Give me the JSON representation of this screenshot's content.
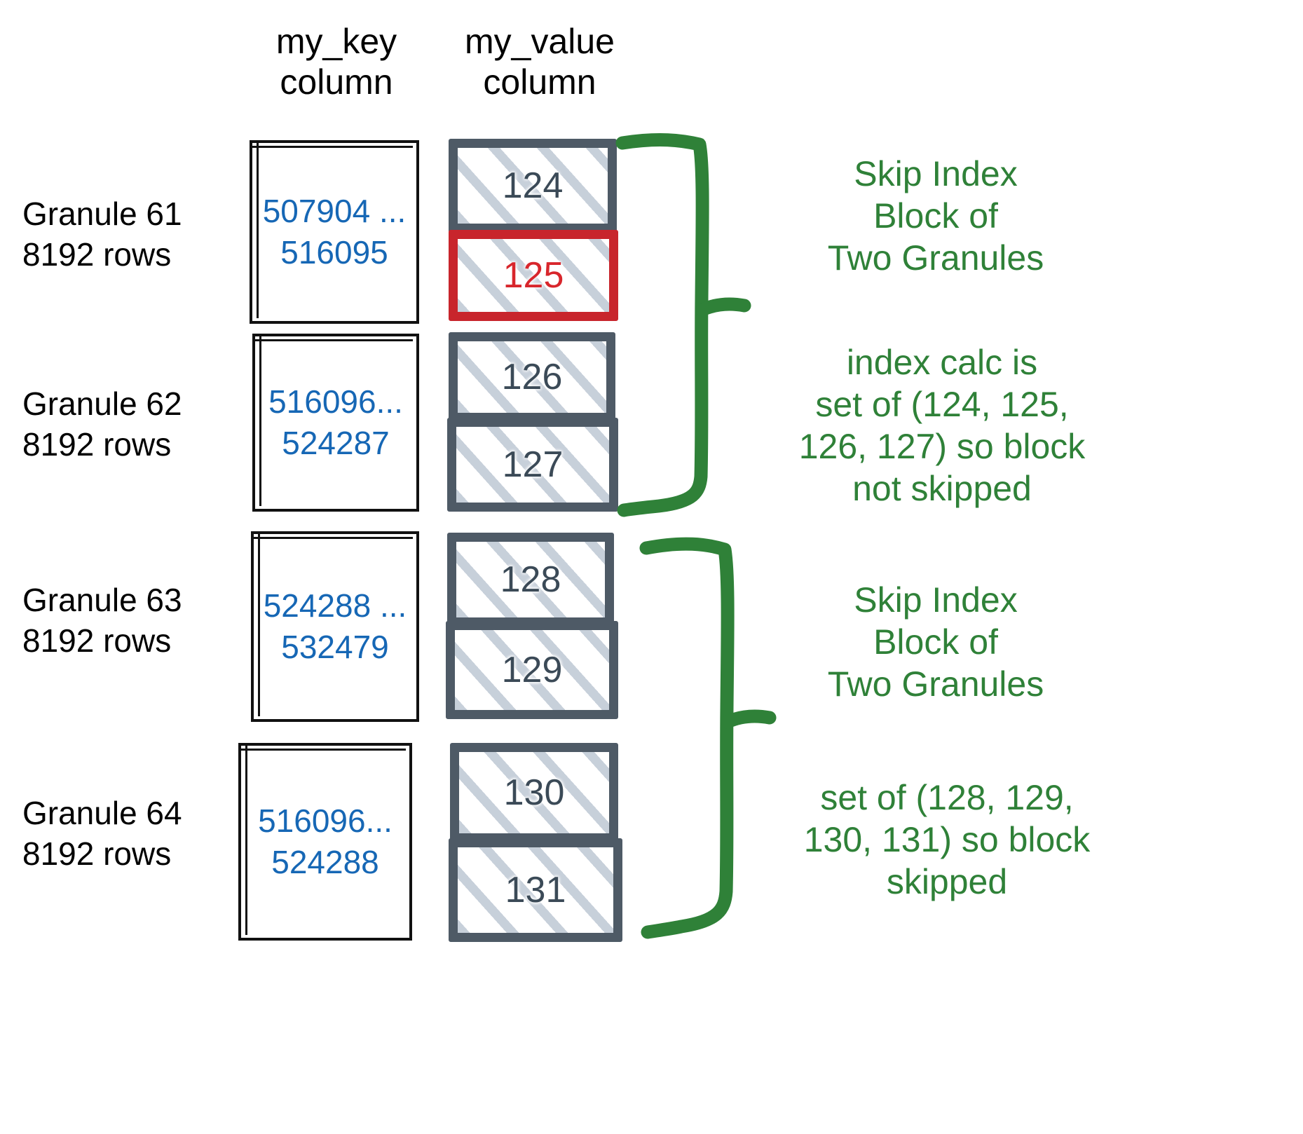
{
  "diagram": {
    "title_columns": {
      "key_column": "my_key\ncolumn",
      "value_column": "my_value\ncolumn"
    },
    "colors": {
      "key_text": "#1667b5",
      "value_text": "#3b4a57",
      "value_border": "#4e5a66",
      "highlight_red": "#c8252c",
      "annotation_green": "#2f8138",
      "hatch": "#c4cdd8"
    },
    "rows": [
      {
        "label": "Granule 61\n8192 rows",
        "key_range": "507904 ...\n516095",
        "values": [
          {
            "text": "124",
            "highlighted": false
          },
          {
            "text": "125",
            "highlighted": true
          }
        ]
      },
      {
        "label": "Granule 62\n8192 rows",
        "key_range": "516096...\n524287",
        "values": [
          {
            "text": "126",
            "highlighted": false
          },
          {
            "text": "127",
            "highlighted": false
          }
        ]
      },
      {
        "label": "Granule 63\n8192 rows",
        "key_range": "524288 ...\n532479",
        "values": [
          {
            "text": "128",
            "highlighted": false
          },
          {
            "text": "129",
            "highlighted": false
          }
        ]
      },
      {
        "label": "Granule 64\n8192 rows",
        "key_range": "516096...\n524288",
        "values": [
          {
            "text": "130",
            "highlighted": false
          },
          {
            "text": "131",
            "highlighted": false
          }
        ]
      }
    ],
    "annotations": [
      {
        "id": "block-1-title",
        "text": "Skip Index\nBlock of\nTwo Granules"
      },
      {
        "id": "block-1-detail",
        "text": "index calc is\nset of (124, 125,\n126, 127) so block\nnot skipped"
      },
      {
        "id": "block-2-title",
        "text": "Skip Index\nBlock of\nTwo Granules"
      },
      {
        "id": "block-2-detail",
        "text": "set of (128, 129,\n130, 131) so block\nskipped"
      }
    ]
  }
}
